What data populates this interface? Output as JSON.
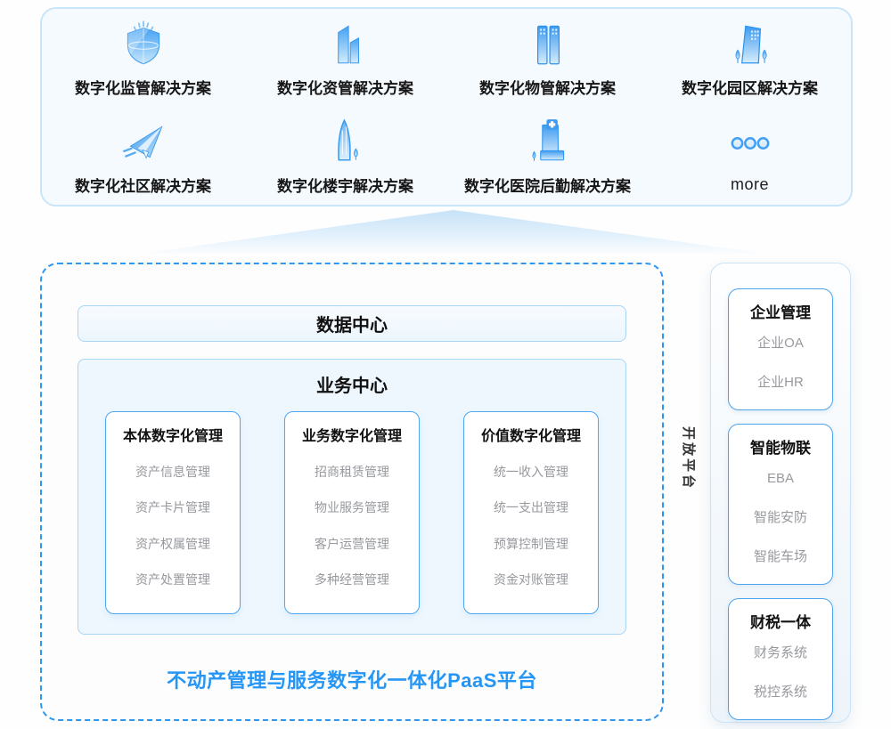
{
  "colors": {
    "icon_blue": "#44a1f2",
    "icon_blue_light": "#c8e7fc",
    "accent_blue": "#2f97f0",
    "title_blue": "#2696f5",
    "box_border_light": "#a9d5f4",
    "muted_text": "#97999e"
  },
  "top_solutions": {
    "items": [
      {
        "label": "数字化监管解决方案",
        "icon": "shield-icon"
      },
      {
        "label": "数字化资管解决方案",
        "icon": "building-icon"
      },
      {
        "label": "数字化物管解决方案",
        "icon": "twin-towers-icon"
      },
      {
        "label": "数字化园区解决方案",
        "icon": "campus-building-icon"
      },
      {
        "label": "数字化社区解决方案",
        "icon": "paper-plane-icon"
      },
      {
        "label": "数字化楼宇解决方案",
        "icon": "tower-icon"
      },
      {
        "label": "数字化医院后勤解决方案",
        "icon": "hospital-icon"
      },
      {
        "label": "more",
        "icon": "more-dots-icon"
      }
    ]
  },
  "platform": {
    "data_center_label": "数据中心",
    "business_center_label": "业务中心",
    "columns": [
      {
        "title": "本体数字化管理",
        "items": [
          "资产信息管理",
          "资产卡片管理",
          "资产权属管理",
          "资产处置管理"
        ]
      },
      {
        "title": "业务数字化管理",
        "items": [
          "招商租赁管理",
          "物业服务管理",
          "客户运营管理",
          "多种经营管理"
        ]
      },
      {
        "title": "价值数字化管理",
        "items": [
          "统一收入管理",
          "统一支出管理",
          "预算控制管理",
          "资金对账管理"
        ]
      }
    ],
    "title": "不动产管理与服务数字化一体化PaaS平台"
  },
  "open_platform_label": "开放平台",
  "right_panel": {
    "groups": [
      {
        "title": "企业管理",
        "items": [
          "企业OA",
          "企业HR"
        ]
      },
      {
        "title": "智能物联",
        "items": [
          "EBA",
          "智能安防",
          "智能车场"
        ]
      },
      {
        "title": "财税一体",
        "items": [
          "财务系统",
          "税控系统"
        ]
      }
    ]
  }
}
